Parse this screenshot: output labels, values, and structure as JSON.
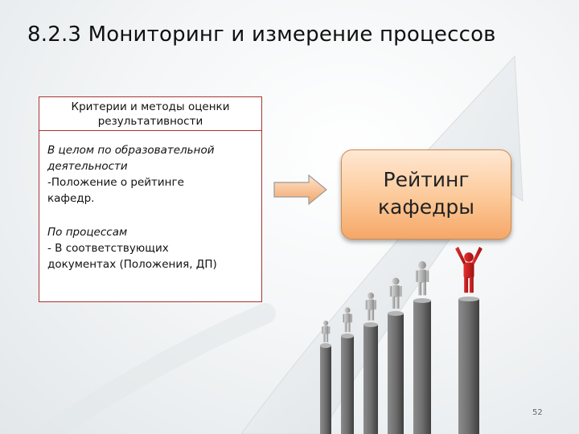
{
  "slide": {
    "title": "8.2.3 Мониторинг и измерение процессов",
    "page_number": "52"
  },
  "criteria_box": {
    "header_line1": "Критерии и методы оценки",
    "header_line2": "результативности",
    "section1_line1": "В целом по образовательной",
    "section1_line2": "деятельности",
    "section1_line3": "-Положение о рейтинге",
    "section1_line4": "кафедр.",
    "section2_heading": "По  процессам",
    "section2_line1": "- В соответствующих",
    "section2_line2": "документах (Положения, ДП)"
  },
  "rating_box": {
    "line1": "Рейтинг",
    "line2": "кафедры"
  },
  "colors": {
    "box_border": "#aa3333",
    "rating_fill": "#fcc897",
    "arrow_fill": "#f6b27c",
    "winner_red": "#cc1a1a",
    "figure_gray": "#9a9a9a"
  }
}
